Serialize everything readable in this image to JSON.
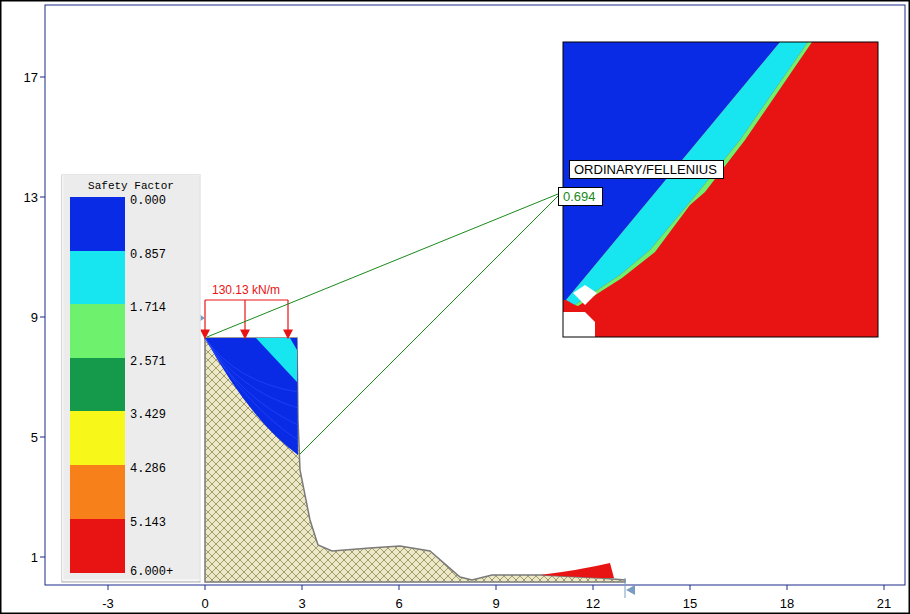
{
  "diagram": {
    "nodes": [
      {
        "text": [
          "ORDINARY/FELLENIUS"
        ]
      },
      {
        "text": [
          "0.694"
        ]
      }
    ],
    "labels": [
      "17",
      "13",
      "9",
      "5",
      "1",
      "-3",
      "0",
      "3",
      "6",
      "9",
      "12",
      "15",
      "18",
      "21",
      "Safety Factor",
      "6.000+",
      "130.13 kN/m"
    ],
    "legend": [
      {
        "text": "0.000",
        "color": "#0a2be6"
      },
      {
        "text": "0.857",
        "color": "#17e6f0"
      },
      {
        "text": "1.714",
        "color": "#6ef26e"
      },
      {
        "text": "2.571",
        "color": "#149a4a"
      },
      {
        "text": "3.429",
        "color": "#f7f71a"
      },
      {
        "text": "4.286",
        "color": "#f7801a"
      },
      {
        "text": "5.143",
        "color": "#e81414"
      }
    ]
  }
}
